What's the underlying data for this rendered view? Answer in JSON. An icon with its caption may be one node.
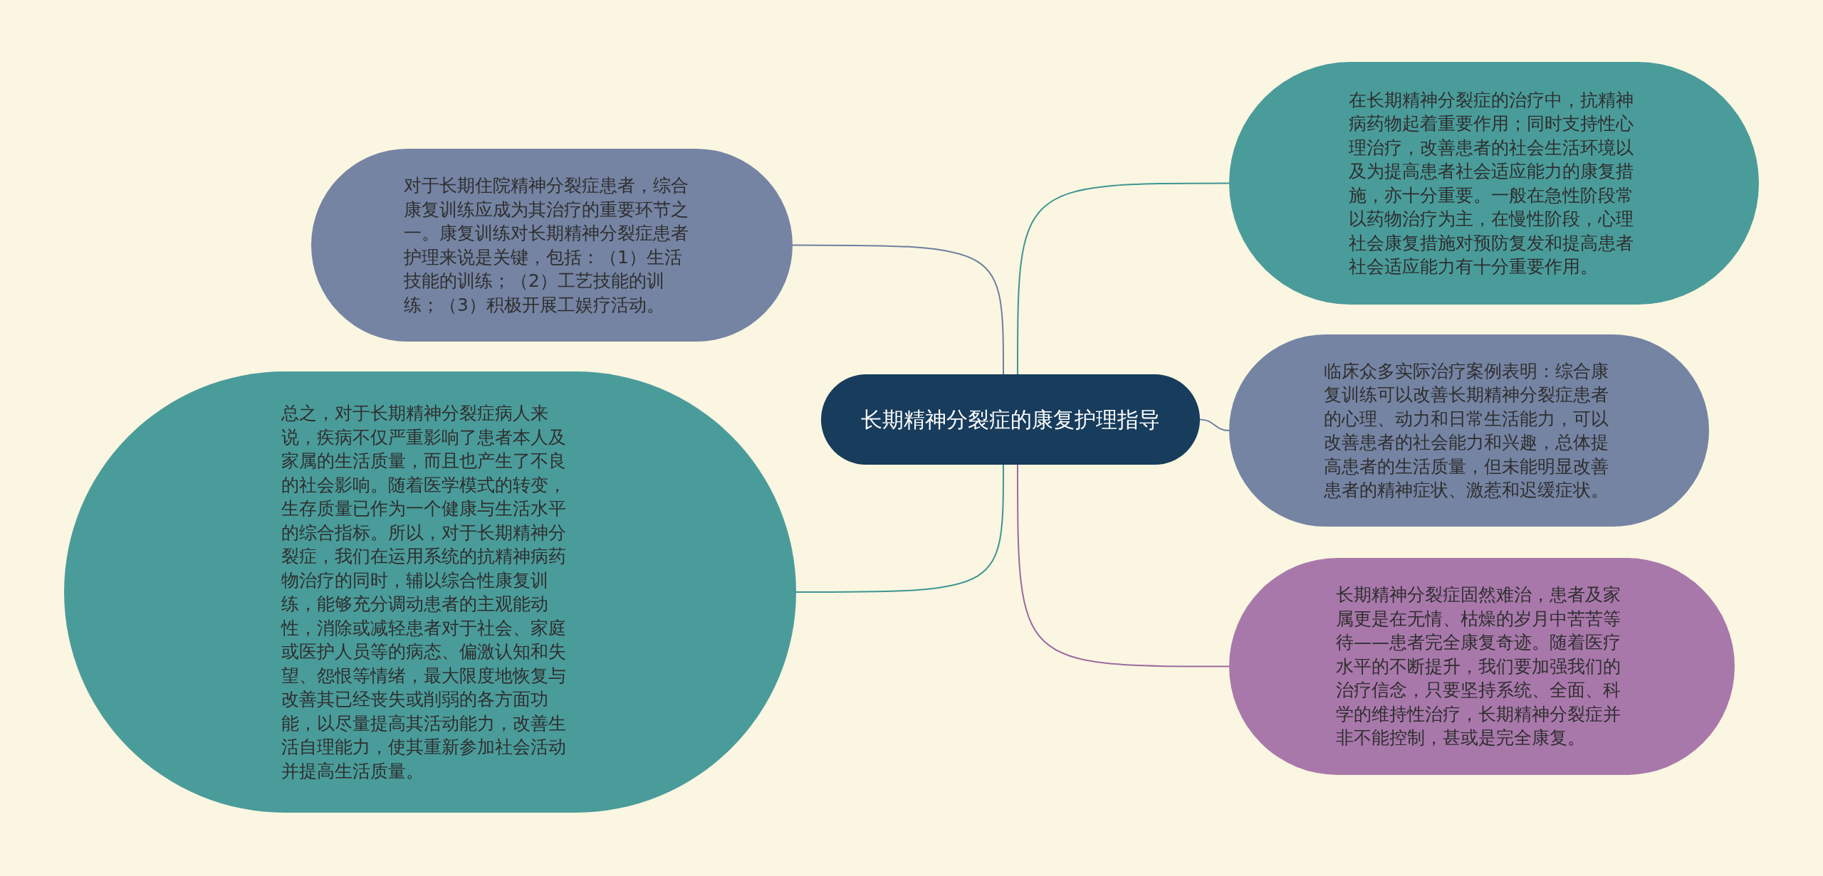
{
  "diagram": {
    "nodes": [
      {
        "text": [
          "长期精神分裂症的康复护理指导"
        ]
      },
      {
        "text": [
          "对于长期住院精神分裂症患者，综合康复训练应成为其治疗的重要环节之一。康复训练对长期精神分裂症患者护理来说是关键，包括：（1）生活技能的训练；（2）工艺技能的训练；（3）积极开展工娱疗活动。"
        ]
      },
      {
        "text": [
          "总之，对于长期精神分裂症病人来说，疾病不仅严重影响了患者本人及家属的生活质量，而且也产生了不良的社会影响。随着医学模式的转变，生存质量已作为一个健康与生活水平的综合指标。所以，对于长期精神分裂症，我们在运用系统的抗精神病药物治疗的同时，辅以综合性康复训练，能够充分调动患者的主观能动性，消除或减轻患者对于社会、家庭或医护人员等的病态、偏激认知和失望、怨恨等情绪，最大限度地恢复与改善其已经丧失或削弱的各方面功能，以尽量提高其活动能力，改善生活自理能力，使其重新参加社会活动并提高生活质量。"
        ]
      },
      {
        "text": [
          "在长期精神分裂症的治疗中，抗精神病药物起着重要作用；同时支持性心理治疗，改善患者的社会生活环境以及为提高患者社会适应能力的康复措施，亦十分重要。一般在急性阶段常以药物治疗为主，在慢性阶段，心理社会康复措施对预防复发和提高患者社会适应能力有十分重要作用。"
        ]
      },
      {
        "text": [
          "临床众多实际治疗案例表明：综合康复训练可以改善长期精神分裂症患者的心理、动力和日常生活能力，可以改善患者的社会能力和兴趣，总体提高患者的生活质量，但未能明显改善患者的精神症状、激惹和迟缓症状。"
        ]
      },
      {
        "text": [
          "长期精神分裂症固然难治，患者及家属更是在无情、枯燥的岁月中苦苦等待——患者完全康复奇迹。随着医疗水平的不断提升，我们要加强我们的治疗信念，只要坚持系统、全面、科学的维持性治疗，长期精神分裂症并非不能控制，甚或是完全康复。"
        ]
      }
    ],
    "edges": [
      {
        "from": 0,
        "to": 1,
        "arrow": "none",
        "color": "#6f7fa0"
      },
      {
        "from": 0,
        "to": 2,
        "arrow": "none",
        "color": "#3f9592"
      },
      {
        "from": 0,
        "to": 3,
        "arrow": "none",
        "color": "#3f9592"
      },
      {
        "from": 0,
        "to": 4,
        "arrow": "none",
        "color": "#6f7fa0"
      },
      {
        "from": 0,
        "to": 5,
        "arrow": "none",
        "color": "#9b6aa0"
      }
    ]
  }
}
